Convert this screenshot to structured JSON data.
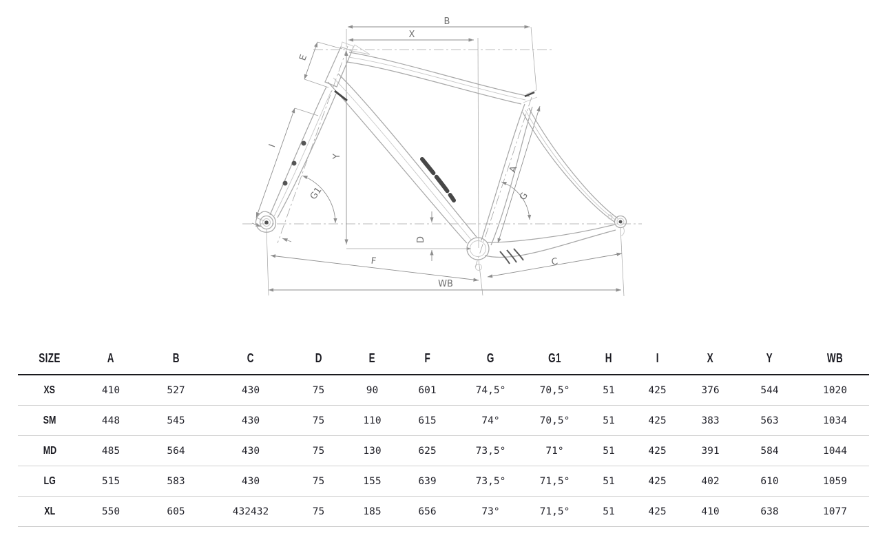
{
  "diagram": {
    "dimension_labels": {
      "a": "A",
      "b": "B",
      "c": "C",
      "d": "D",
      "e": "E",
      "f": "F",
      "g": "G",
      "g1": "G1",
      "i": "I",
      "x": "X",
      "y": "Y",
      "wb": "WB"
    }
  },
  "table": {
    "columns": [
      "SIZE",
      "A",
      "B",
      "C",
      "D",
      "E",
      "F",
      "G",
      "G1",
      "H",
      "I",
      "X",
      "Y",
      "WB"
    ],
    "rows": [
      {
        "size": "XS",
        "values": [
          "410",
          "527",
          "430",
          "75",
          "90",
          "601",
          "74,5°",
          "70,5°",
          "51",
          "425",
          "376",
          "544",
          "1020"
        ]
      },
      {
        "size": "SM",
        "values": [
          "448",
          "545",
          "430",
          "75",
          "110",
          "615",
          "74°",
          "70,5°",
          "51",
          "425",
          "383",
          "563",
          "1034"
        ]
      },
      {
        "size": "MD",
        "values": [
          "485",
          "564",
          "430",
          "75",
          "130",
          "625",
          "73,5°",
          "71°",
          "51",
          "425",
          "391",
          "584",
          "1044"
        ]
      },
      {
        "size": "LG",
        "values": [
          "515",
          "583",
          "430",
          "75",
          "155",
          "639",
          "73,5°",
          "71,5°",
          "51",
          "425",
          "402",
          "610",
          "1059"
        ]
      },
      {
        "size": "XL",
        "values": [
          "550",
          "605",
          "432432",
          "75",
          "185",
          "656",
          "73°",
          "71,5°",
          "51",
          "425",
          "410",
          "638",
          "1077"
        ]
      }
    ]
  }
}
